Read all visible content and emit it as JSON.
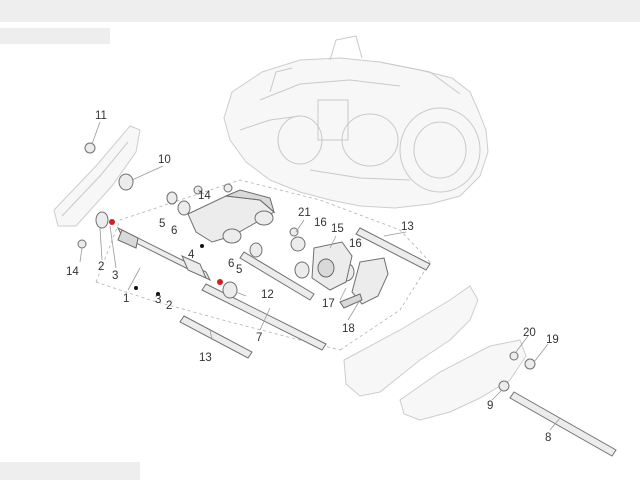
{
  "diagram": {
    "callouts": [
      "11",
      "10",
      "14",
      "21",
      "15",
      "16",
      "13",
      "14",
      "5",
      "6",
      "4",
      "2",
      "3",
      "1",
      "6",
      "5",
      "16",
      "17",
      "18",
      "12",
      "3",
      "2",
      "7",
      "13",
      "20",
      "19",
      "9",
      "8"
    ],
    "colors": {
      "part_line": "#707070",
      "ghost_line": "#c9c9c9",
      "highlight": "#d62020",
      "text": "#333333"
    }
  }
}
